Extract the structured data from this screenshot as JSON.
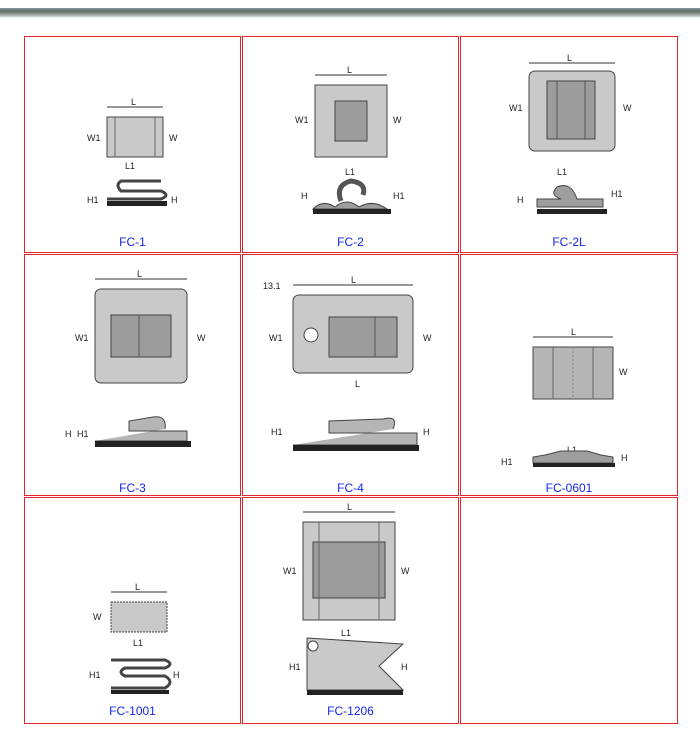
{
  "products": [
    {
      "code": "FC-1"
    },
    {
      "code": "FC-2"
    },
    {
      "code": "FC-2L"
    },
    {
      "code": "FC-3"
    },
    {
      "code": "FC-4"
    },
    {
      "code": "FC-0601"
    },
    {
      "code": "FC-1001"
    },
    {
      "code": "FC-1206"
    }
  ],
  "dims": {
    "l": "L",
    "l1": "L1",
    "w": "W",
    "w1": "W1",
    "h": "H",
    "h1": "H1",
    "hole": "13.1"
  }
}
